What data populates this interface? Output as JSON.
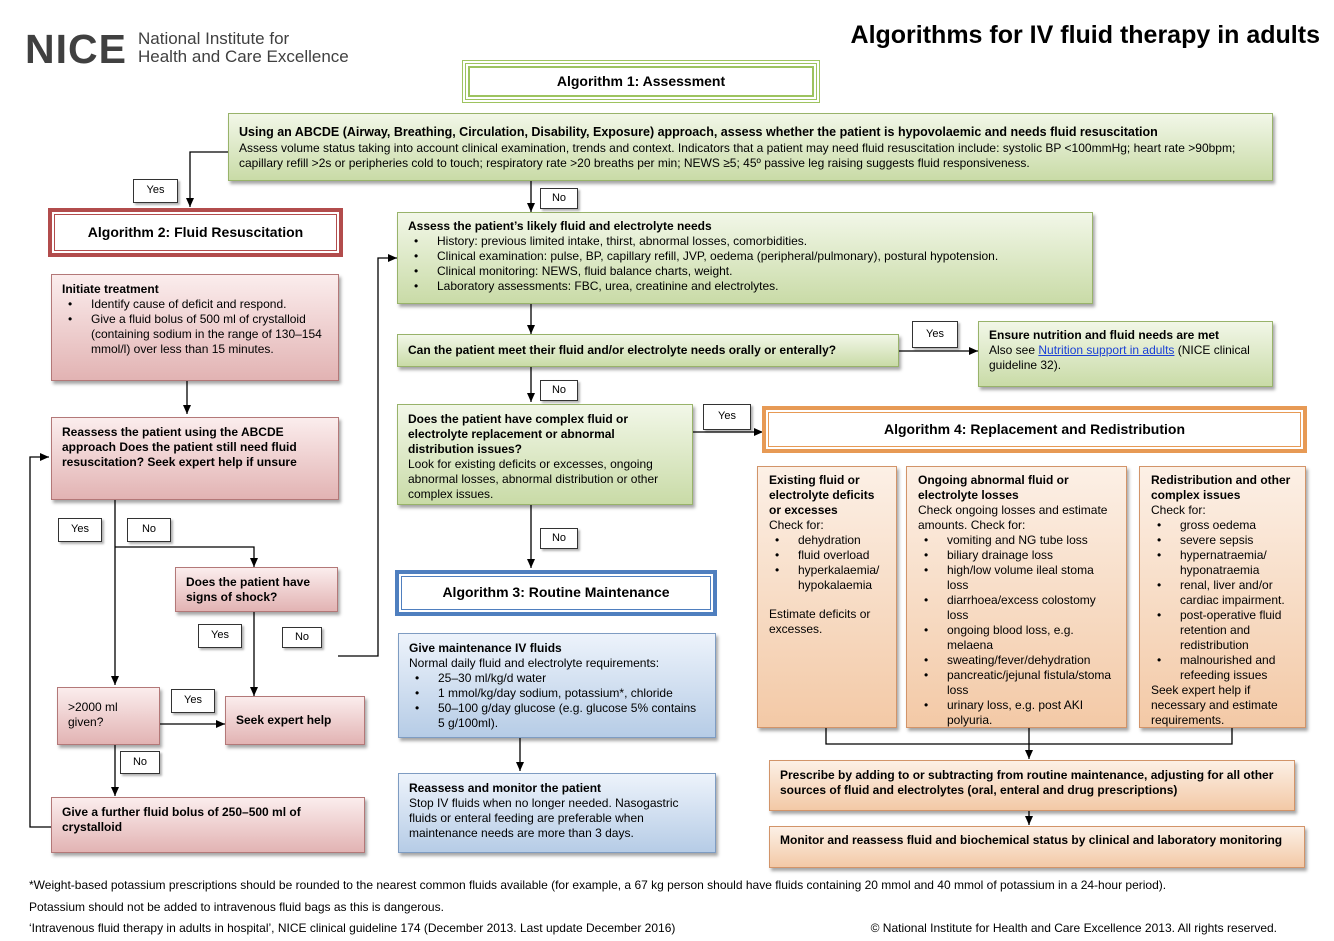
{
  "header": {
    "logo_mark": "NICE",
    "logo_line1": "National Institute for",
    "logo_line2": "Health and Care Excellence",
    "title": "Algorithms for IV fluid therapy in adults"
  },
  "alg1": {
    "title": "Algorithm 1: Assessment",
    "heading": "Using an ABCDE (Airway, Breathing, Circulation, Disability, Exposure) approach, assess whether the patient is hypovolaemic and needs fluid resuscitation",
    "body": "Assess volume status taking into account clinical examination, trends and context. Indicators that a patient may need fluid resuscitation include: systolic BP <100mmHg; heart rate >90bpm; capillary refill >2s or peripheries cold to touch; respiratory rate >20 breaths per min; NEWS ≥5; 45º passive leg raising suggests fluid responsiveness."
  },
  "needs": {
    "heading": "Assess the patient’s likely fluid and electrolyte needs",
    "items": [
      "History: previous limited intake, thirst, abnormal losses, comorbidities.",
      "Clinical examination: pulse, BP, capillary refill, JVP, oedema (peripheral/pulmonary), postural hypotension.",
      "Clinical monitoring: NEWS, fluid balance charts, weight.",
      "Laboratory assessments: FBC, urea, creatinine and electrolytes."
    ]
  },
  "oral_question": "Can the patient meet their fluid and/or electrolyte needs orally or enterally?",
  "nutrition": {
    "heading": "Ensure nutrition and fluid needs are met",
    "prefix": "Also see ",
    "link": "Nutrition support in adults",
    "suffix": " (NICE clinical guideline 32)."
  },
  "complex": {
    "heading": "Does the patient have complex fluid or electrolyte replacement or abnormal distribution issues?",
    "body": "Look for existing deficits or excesses, ongoing abnormal losses, abnormal distribution or other complex issues."
  },
  "alg2": {
    "title": "Algorithm 2: Fluid Resuscitation",
    "initiate_heading": "Initiate treatment",
    "initiate_items": [
      "Identify cause of deficit and respond.",
      "Give a fluid bolus of 500 ml of crystalloid (containing sodium in the range of 130–154 mmol/l) over less than 15 minutes."
    ],
    "reassess": "Reassess the patient using the ABCDE approach Does the patient still need fluid resuscitation? Seek expert help if unsure",
    "shock": "Does the patient have signs of shock?",
    "over2000": ">2000 ml given?",
    "expert": "Seek expert help",
    "further": "Give a further fluid bolus of 250–500 ml of crystalloid"
  },
  "alg3": {
    "title": "Algorithm 3: Routine Maintenance",
    "give_heading": "Give maintenance IV fluids",
    "give_intro": "Normal daily fluid and electrolyte requirements:",
    "give_items": [
      "25–30 ml/kg/d water",
      "1 mmol/kg/day sodium, potassium*, chloride",
      "50–100 g/day glucose (e.g. glucose 5% contains 5 g/100ml)."
    ],
    "monitor_heading": "Reassess and monitor the patient",
    "monitor_body": "Stop IV fluids when no longer needed. Nasogastric fluids or enteral feeding are preferable when maintenance needs are more than 3 days."
  },
  "alg4": {
    "title": "Algorithm 4: Replacement and Redistribution",
    "existing": {
      "heading": "Existing fluid or electrolyte deficits or excesses",
      "check": "Check for:",
      "items": [
        "dehydration",
        "fluid overload",
        "hyperkalaemia/ hypokalaemia"
      ],
      "footer": "Estimate deficits or excesses."
    },
    "ongoing": {
      "heading": "Ongoing abnormal fluid or electrolyte losses",
      "intro": "Check ongoing losses and estimate amounts. Check for:",
      "items": [
        "vomiting and NG tube loss",
        "biliary drainage loss",
        "high/low volume ileal stoma loss",
        "diarrhoea/excess colostomy loss",
        "ongoing blood loss, e.g. melaena",
        "sweating/fever/dehydration",
        "pancreatic/jejunal fistula/stoma loss",
        "urinary loss, e.g. post AKI polyuria."
      ]
    },
    "redistribution": {
      "heading": "Redistribution and other complex issues",
      "check": "Check for:",
      "items": [
        "gross oedema",
        "severe sepsis",
        "hypernatraemia/ hyponatraemia",
        "renal, liver and/or cardiac impairment.",
        "post-operative fluid retention and redistribution",
        "malnourished and refeeding issues"
      ],
      "footer": "Seek expert help if necessary and estimate requirements."
    },
    "prescribe": "Prescribe by adding to or subtracting from routine maintenance, adjusting for all other sources of fluid and electrolytes (oral, enteral and drug prescriptions)",
    "monitor": "Monitor and reassess fluid and biochemical status by clinical and laboratory monitoring"
  },
  "labels": {
    "yes": "Yes",
    "no": "No"
  },
  "footer": {
    "note1": "*Weight-based potassium prescriptions should be rounded to the nearest common fluids available (for example, a 67 kg person should have fluids containing 20 mmol and 40 mmol of potassium in a 24-hour period).",
    "note2": "Potassium should not be added to intravenous fluid bags as this is dangerous.",
    "citation": "‘Intravenous fluid therapy in adults in hospital’, NICE clinical guideline 174 (December 2013. Last update December 2016)",
    "copyright": "© National Institute for Health and Care Excellence 2013. All rights reserved."
  }
}
